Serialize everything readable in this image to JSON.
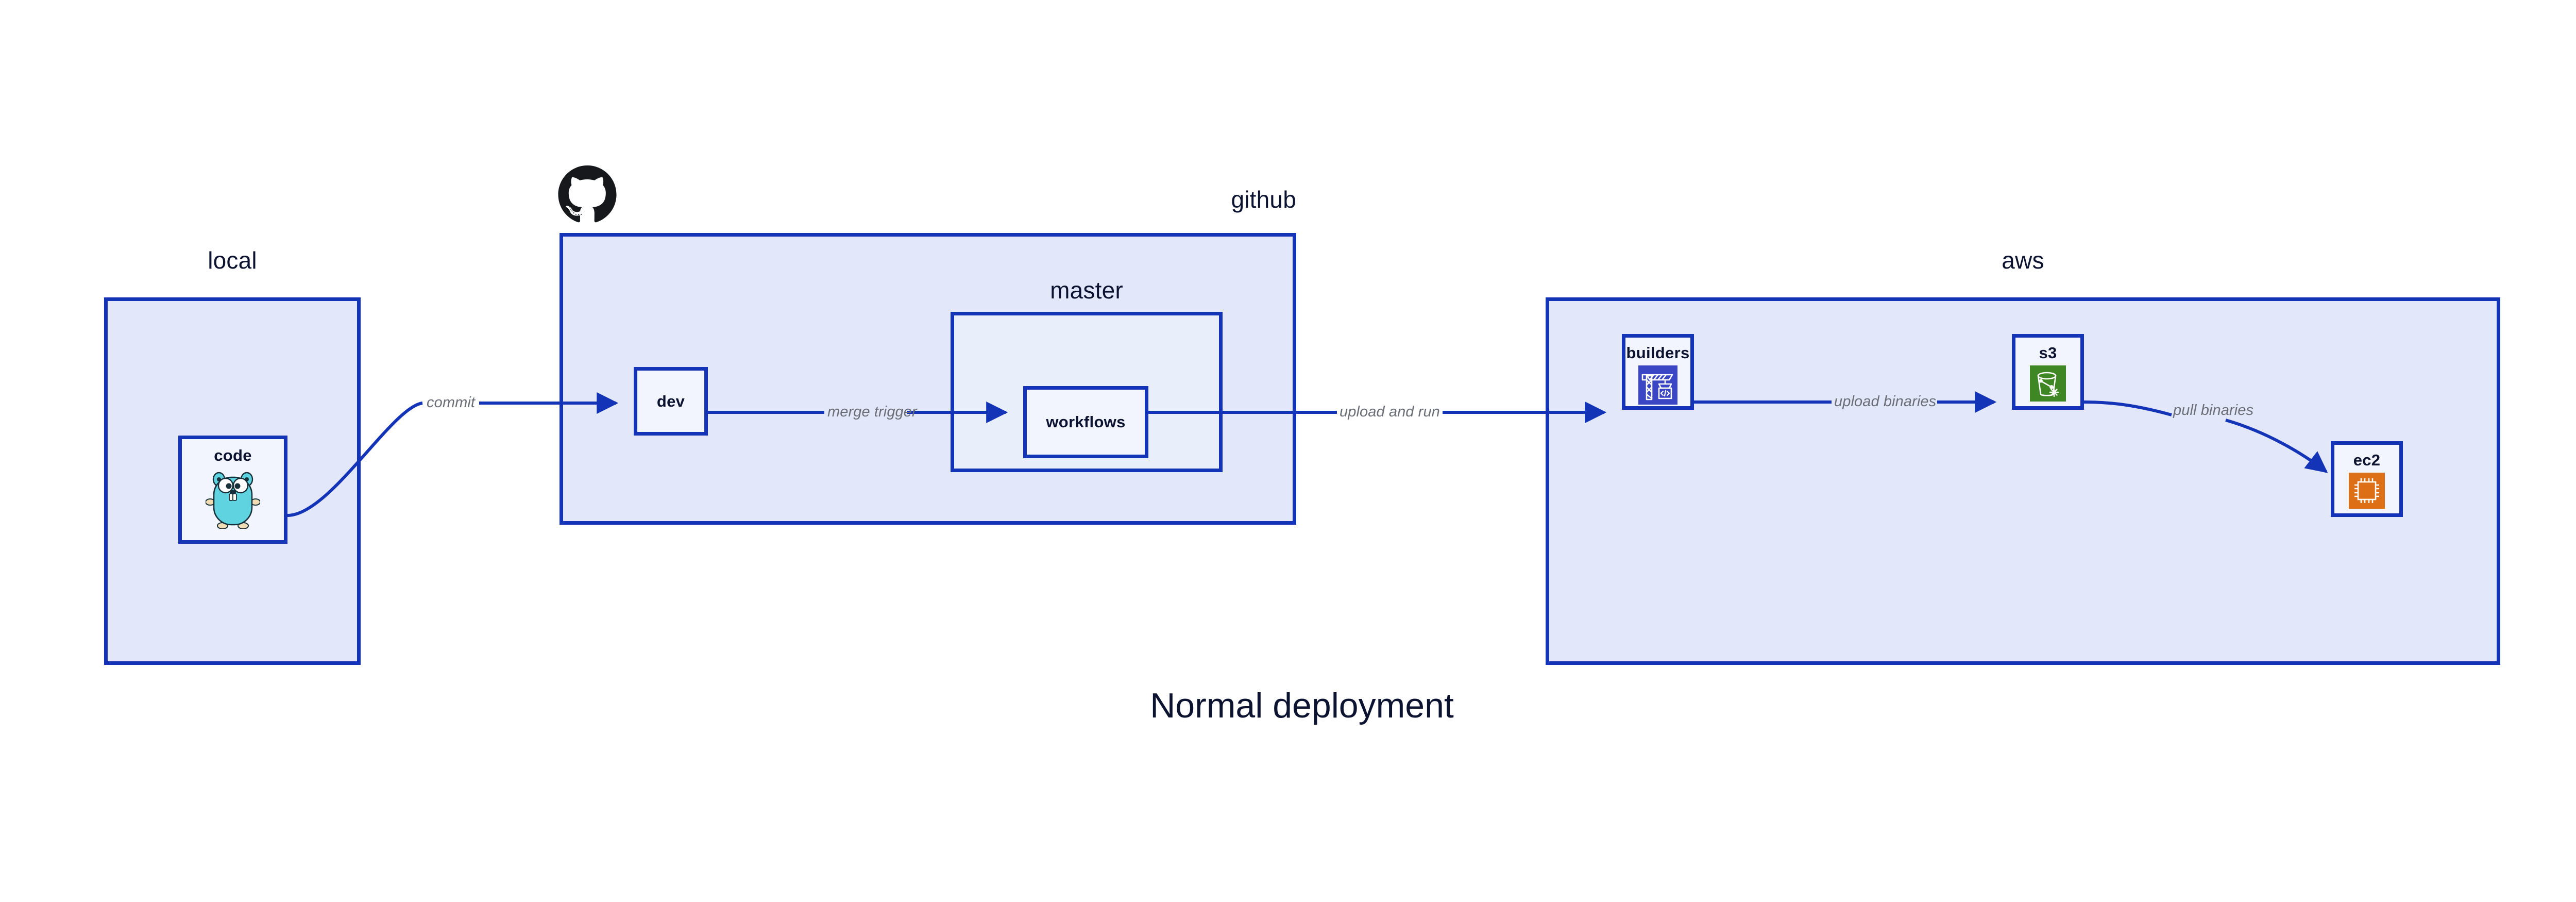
{
  "diagram": {
    "title": "Normal deployment",
    "background": "#ffffff",
    "accent_border": "#1434b8",
    "group_fill": "#e2e7fa",
    "subgroup_fill": "#e9eefb",
    "node_fill": "#f2f5fd",
    "label_color": "#0c1330",
    "edge_label_color": "#6b6e77"
  },
  "groups": [
    {
      "id": "local",
      "label": "local",
      "label_align": "center"
    },
    {
      "id": "github",
      "label": "github",
      "label_align": "right"
    },
    {
      "id": "master",
      "label": "master",
      "label_align": "center"
    },
    {
      "id": "aws",
      "label": "aws",
      "label_align": "center"
    }
  ],
  "nodes": [
    {
      "id": "code",
      "label": "code",
      "icon": "go-gopher-icon",
      "icon_color": "#5fd3e0"
    },
    {
      "id": "dev",
      "label": "dev",
      "icon": null,
      "icon_color": null
    },
    {
      "id": "workflows",
      "label": "workflows",
      "icon": null,
      "icon_color": null
    },
    {
      "id": "builders",
      "label": "builders",
      "icon": "crane-code-icon",
      "icon_color": "#3b46c4"
    },
    {
      "id": "s3",
      "label": "s3",
      "icon": "s3-bucket-icon",
      "icon_color": "#3f8624"
    },
    {
      "id": "ec2",
      "label": "ec2",
      "icon": "cpu-chip-icon",
      "icon_color": "#dd7017"
    }
  ],
  "edges": [
    {
      "id": "commit",
      "label": "commit",
      "from": "code",
      "to": "dev"
    },
    {
      "id": "merge-trigger",
      "label": "merge trigger",
      "from": "dev",
      "to": "workflows"
    },
    {
      "id": "upload-and-run",
      "label": "upload and run",
      "from": "workflows",
      "to": "builders"
    },
    {
      "id": "upload-binaries",
      "label": "upload binaries",
      "from": "builders",
      "to": "s3"
    },
    {
      "id": "pull-binaries",
      "label": "pull binaries",
      "from": "s3",
      "to": "ec2"
    }
  ],
  "logos": [
    {
      "id": "github-logo",
      "name": "github-octocat-logo",
      "color": "#16181c"
    }
  ]
}
